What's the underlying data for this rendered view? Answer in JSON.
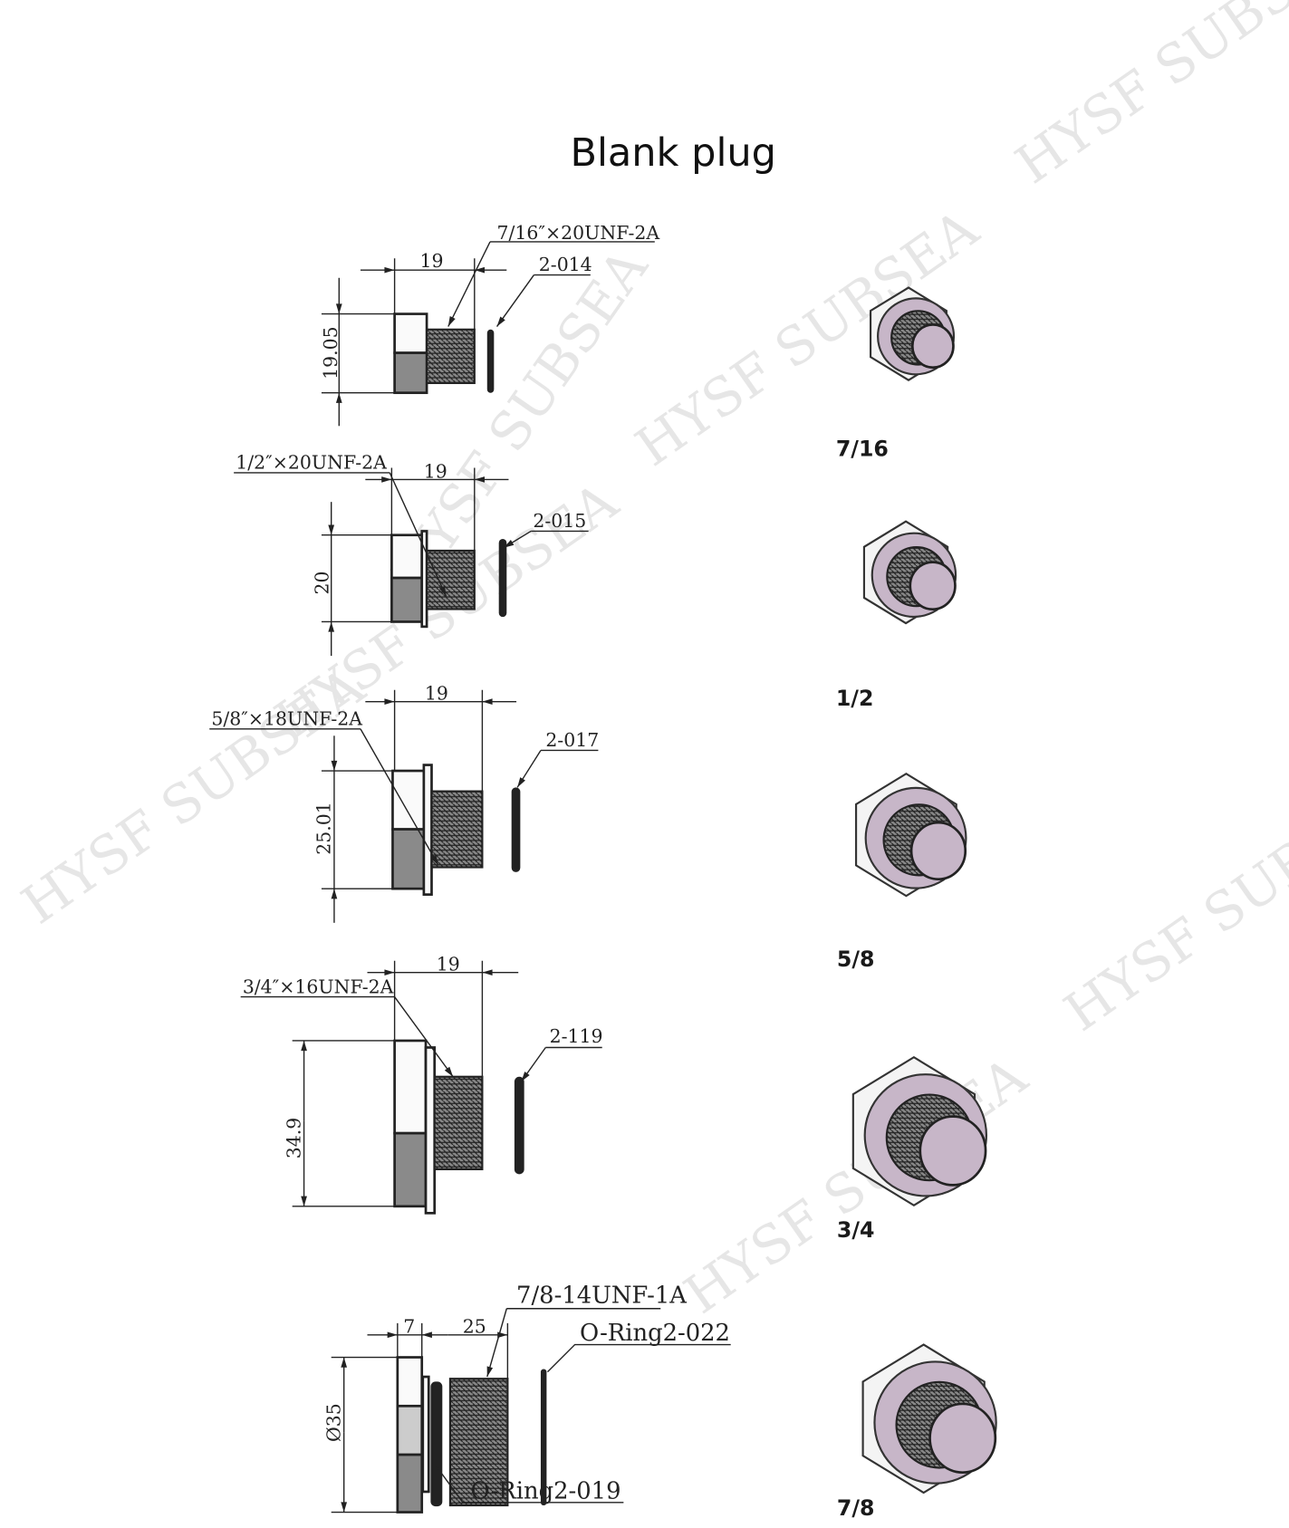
{
  "title": "Blank plug",
  "watermark": "HYSF SUBSEA",
  "colors": {
    "plug_face": "#c7b6c8",
    "line": "#222222",
    "watermark": "#e6e6e6"
  },
  "drawings": [
    {
      "thread": "7/16″×20UNF-2A",
      "length": "19",
      "height": "19.05",
      "oring": "2-014",
      "label": "7/16"
    },
    {
      "thread": "1/2″×20UNF-2A",
      "length": "19",
      "height": "20",
      "oring": "2-015",
      "label": "1/2"
    },
    {
      "thread": "5/8″×18UNF-2A",
      "length": "19",
      "height": "25.01",
      "oring": "2-017",
      "label": "5/8"
    },
    {
      "thread": "3/4″×16UNF-2A",
      "length": "19",
      "height": "34.9",
      "oring": "2-119",
      "label": "3/4"
    },
    {
      "thread": "7/8-14UNF-1A",
      "head_length": "7",
      "length": "25",
      "height": "Ø35",
      "oring": "O-Ring2-022",
      "oring_inner": "O-Ring2-019",
      "label": "7/8"
    }
  ]
}
